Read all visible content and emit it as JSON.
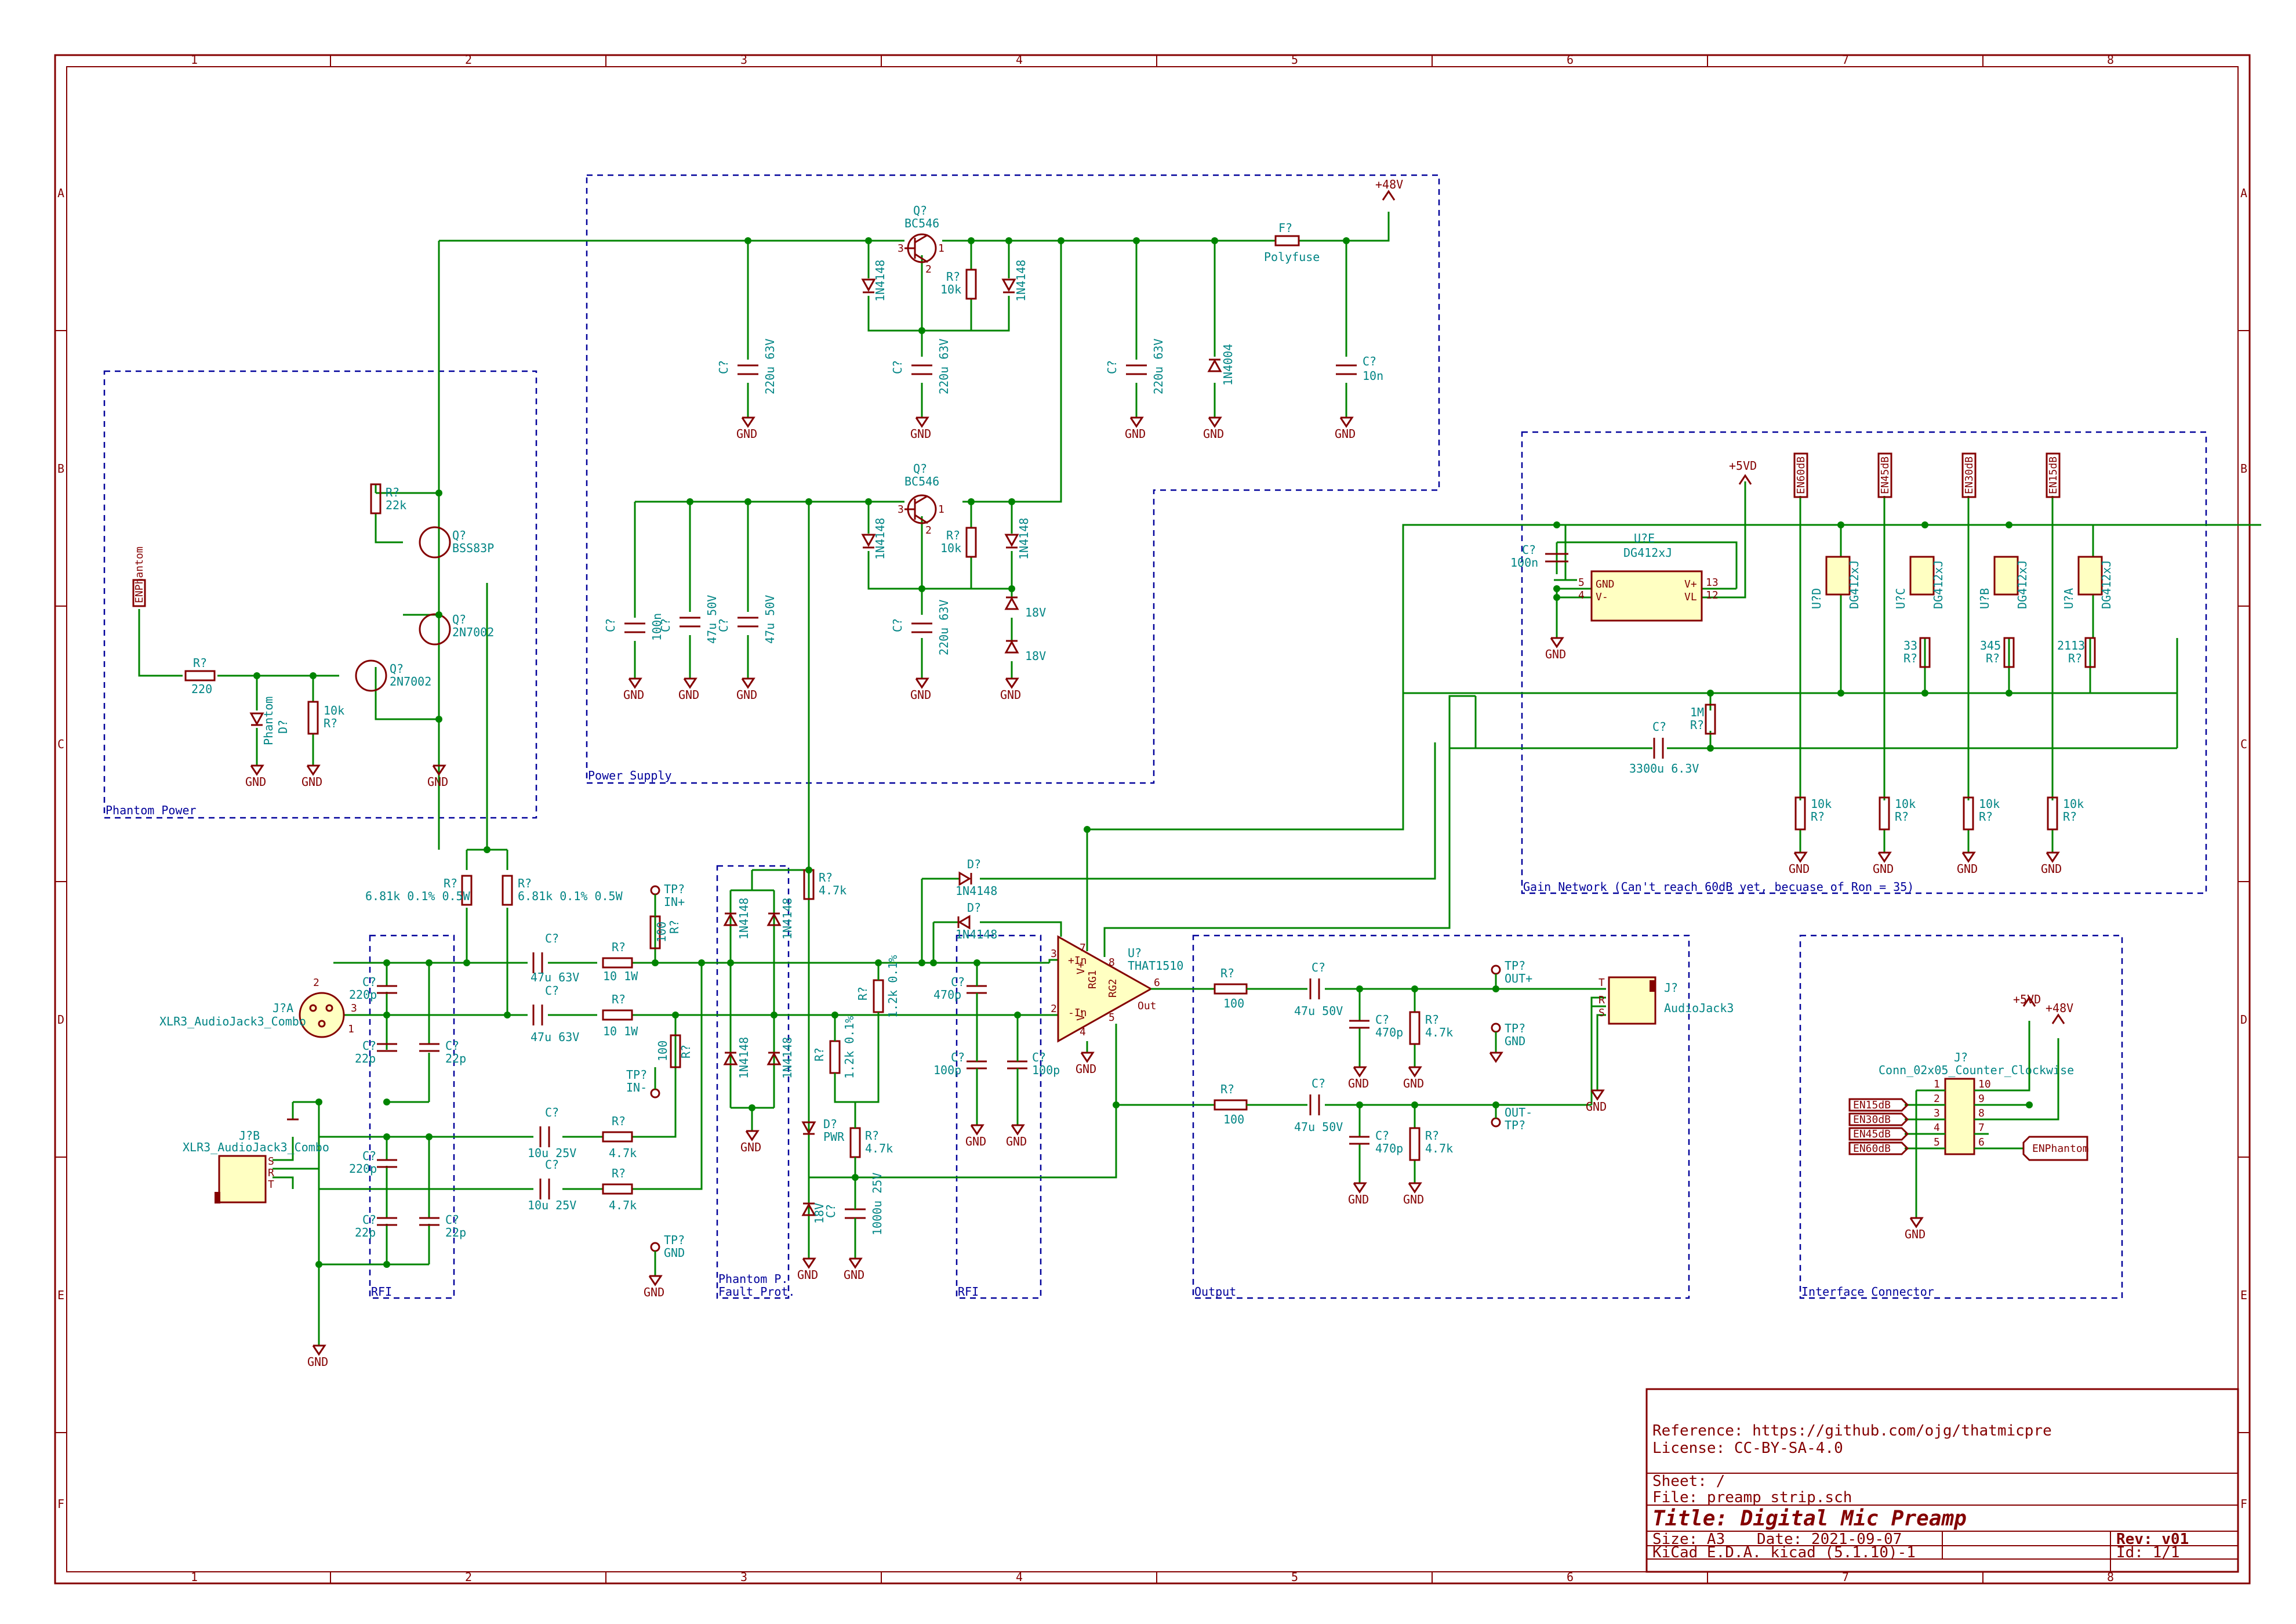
{
  "sheet": {
    "column_labels": [
      "1",
      "2",
      "3",
      "4",
      "5",
      "6",
      "7",
      "8"
    ],
    "row_labels": [
      "A",
      "B",
      "C",
      "D",
      "E",
      "F"
    ]
  },
  "title_block": {
    "reference": "Reference: https://github.com/ojg/thatmicpre",
    "license": "License: CC-BY-SA-4.0",
    "sheet": "Sheet: /",
    "file": "File: preamp_strip.sch",
    "title": "Title: Digital Mic Preamp",
    "size": "Size: A3",
    "date": "Date: 2021-09-07",
    "rev": "Rev: v01",
    "tool": "KiCad E.D.A.  kicad (5.1.10)-1",
    "id": "Id: 1/1"
  },
  "blocks": {
    "phantom_power": "Phantom Power",
    "power_supply": "Power Supply",
    "gain_network": "Gain Network (Can't reach 60dB yet, becuase of Ron = 35)",
    "rfi_in": "RFI",
    "phantom_fault": "Phantom P.\nFault Prot.",
    "rfi_out": "RFI",
    "output": "Output",
    "interface": "Interface Connector"
  },
  "power_symbols": {
    "gnd": "GND",
    "p48v": "+48V",
    "p5vd": "+5VD"
  },
  "labels": {
    "enphantom": "ENPhantom",
    "en60": "EN60dB",
    "en45": "EN45dB",
    "en30": "EN30dB",
    "en15": "EN15dB"
  },
  "components": {
    "q_top_ref": "Q?",
    "q_top_val": "BC546",
    "q_mid_ref": "Q?",
    "q_mid_val": "BC546",
    "c_ps1": "C?",
    "c_ps1_val": "220u 63V",
    "c_ps2": "C?",
    "c_ps2_val": "220u 63V",
    "c_ps3": "C?",
    "c_ps3_val": "220u 63V",
    "c_ps4": "C?",
    "c_ps4_val": "10n",
    "c_ps5": "C?",
    "c_ps5_val": "220u 63V",
    "c_ps6": "C?",
    "c_ps6_val": "100n",
    "c_ps7": "C?",
    "c_ps7_val": "47u 50V",
    "c_ps8": "C?",
    "c_ps8_val": "47u 50V",
    "d_1n4148": "1N4148",
    "d_1n4004": "1N4004",
    "d_18v": "18V",
    "r_10k": "10k",
    "f_ref": "F?",
    "f_val": "Polyfuse",
    "q_bss_ref": "Q?",
    "q_bss_val": "BSS83P",
    "q_2n_ref": "Q?",
    "q_2n_val": "2N7002",
    "r_22k": "22k",
    "r_220": "220",
    "d_phantom": "Phantom",
    "r_681": "6.81k 0.1% 0.5W",
    "c_47u63": "47u 63V",
    "r_10_1w": "10 1W",
    "r_100": "100",
    "c_10u25": "10u 25V",
    "r_4k7": "4.7k",
    "c_220p": "220p",
    "c_22p": "22p",
    "j_xlr_a_ref": "J?A",
    "j_xlr_a_val": "XLR3_AudioJack3_Combo",
    "j_xlr_b_ref": "J?B",
    "j_xlr_b_val": "XLR3_AudioJack3_Combo",
    "tp_inp": "TP?\nIN+",
    "tp_inn": "TP?\nIN-",
    "tp_gnd": "TP?\nGND",
    "r_1k2": "1.2k 0.1%",
    "d_pwr": "PWR",
    "c_1000u": "1000u 25V",
    "c_470p": "470p",
    "c_100p": "100p",
    "u_ref": "U?",
    "u_val": "THAT1510",
    "r_o100": "100",
    "c_o47u": "47u 50V",
    "c_o470p": "470p",
    "r_o4k7": "4.7k",
    "tp_outp": "TP?\nOUT+",
    "tp_outn": "OUT-\nTP?",
    "tp_ogd": "TP?\nGND",
    "j_jack_ref": "J?",
    "j_jack_val": "AudioJack3",
    "u_dg_e_ref": "U?E",
    "u_dg_e_val": "DG412xJ",
    "c_g100n": "100n",
    "c_g3300": "3300u 6.3V",
    "r_g1m": "1M",
    "r_g33": "33",
    "r_g345": "345",
    "r_g2113": "2113",
    "u_dg_d": "U?D",
    "u_dg_c": "U?C",
    "u_dg_b": "U?B",
    "u_dg_a": "U?A",
    "j_conn_ref": "J?",
    "j_conn_val": "Conn_02x05_Counter_Clockwise"
  }
}
